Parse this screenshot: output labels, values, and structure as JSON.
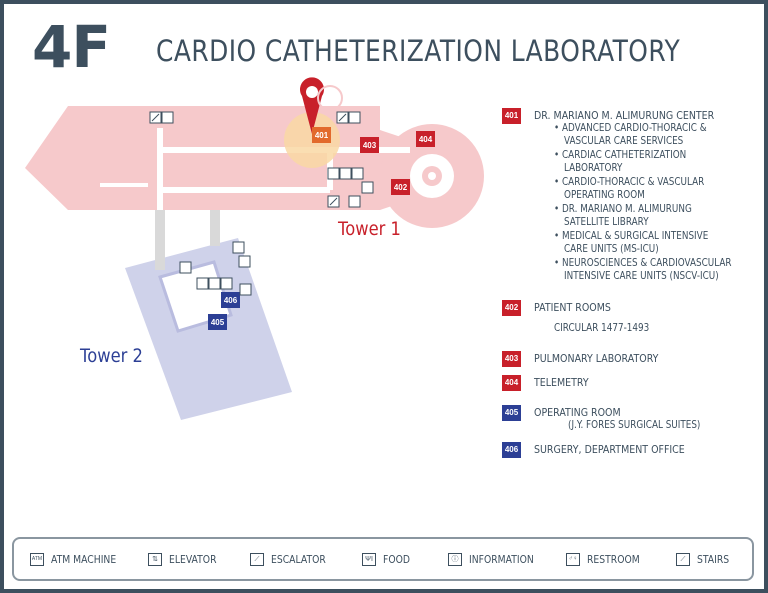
{
  "floor": "4F",
  "title": "CARDIO CATHETERIZATION LABORATORY",
  "towers": {
    "tower1": "Tower 1",
    "tower2": "Tower 2"
  },
  "legend": [
    {
      "code": "401",
      "color": "#c8202a",
      "name": "DR. MARIANO M. ALIMURUNG CENTER",
      "items": [
        [
          "• ADVANCED CARDIO-THORACIC &",
          "VASCULAR CARE SERVICES"
        ],
        [
          "• CARDIAC CATHETERIZATION",
          "LABORATORY"
        ],
        [
          "• CARDIO-THORACIC & VASCULAR",
          "OPERATING ROOM"
        ],
        [
          "• DR. MARIANO M. ALIMURUNG",
          "SATELLITE LIBRARY"
        ],
        [
          "• MEDICAL & SURGICAL INTENSIVE",
          "CARE UNITS (MS-ICU)"
        ],
        [
          "• NEUROSCIENCES & CARDIOVASCULAR",
          "INTENSIVE CARE UNITS (NSCV-ICU)"
        ]
      ]
    },
    {
      "code": "402",
      "color": "#c8202a",
      "name": "PATIENT ROOMS",
      "note": "CIRCULAR 1477-1493"
    },
    {
      "code": "403",
      "color": "#c8202a",
      "name": "PULMONARY LABORATORY"
    },
    {
      "code": "404",
      "color": "#c8202a",
      "name": "TELEMETRY"
    },
    {
      "code": "405",
      "color": "#2c3f95",
      "name": "OPERATING ROOM",
      "note": "(J.Y. FORES SURGICAL SUITES)"
    },
    {
      "code": "406",
      "color": "#2c3f95",
      "name": "SURGERY, DEPARTMENT OFFICE"
    }
  ],
  "map_badges": [
    "401",
    "403",
    "404",
    "402",
    "406",
    "405"
  ],
  "footer": [
    {
      "icon": "atm-icon",
      "glyph": "ATM",
      "label": "ATM MACHINE"
    },
    {
      "icon": "elevator-icon",
      "glyph": "⇅",
      "label": "ELEVATOR"
    },
    {
      "icon": "escalator-icon",
      "glyph": "⟋",
      "label": "ESCALATOR"
    },
    {
      "icon": "food-icon",
      "glyph": "ΨΙ",
      "label": "FOOD"
    },
    {
      "icon": "information-icon",
      "glyph": "ⓘ",
      "label": "INFORMATION"
    },
    {
      "icon": "restroom-icon",
      "glyph": "♂♀",
      "label": "RESTROOM"
    },
    {
      "icon": "stairs-icon",
      "glyph": "⟋",
      "label": "STAIRS"
    }
  ],
  "colors": {
    "tower1": "#f6c9cb",
    "tower2": "#cfd2ea",
    "red": "#c8202a",
    "blue": "#2c3f95",
    "slate": "#3d4f5e"
  }
}
